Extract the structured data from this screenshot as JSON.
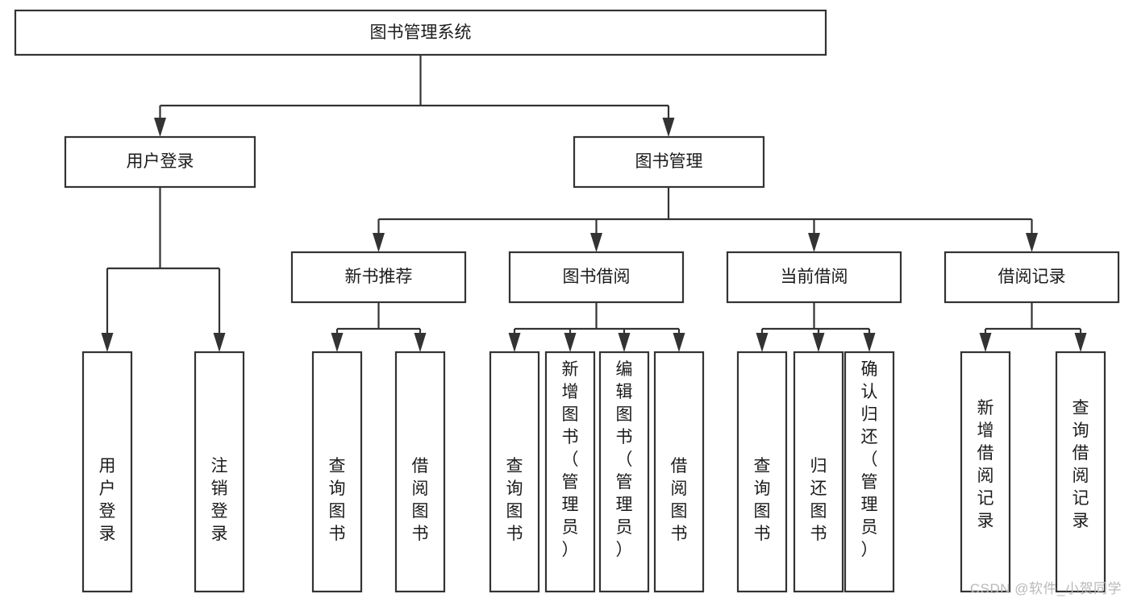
{
  "diagram": {
    "type": "tree-hierarchy",
    "title": "图书管理系统",
    "watermark": "CSDN @软件_小贺同学",
    "colors": {
      "box_stroke": "#333333",
      "box_fill": "#ffffff",
      "text": "#1b1b1b",
      "watermark": "#b9b9b9",
      "background": "#ffffff"
    },
    "levels": [
      {
        "level": 1,
        "nodes": [
          {
            "id": "root",
            "label": "图书管理系统",
            "orientation": "horizontal"
          }
        ]
      },
      {
        "level": 2,
        "nodes": [
          {
            "id": "user_login",
            "label": "用户登录",
            "orientation": "horizontal",
            "parent": "root"
          },
          {
            "id": "book_manage",
            "label": "图书管理",
            "orientation": "horizontal",
            "parent": "root"
          }
        ]
      },
      {
        "level": 3,
        "nodes": [
          {
            "id": "new_book_rec",
            "label": "新书推荐",
            "orientation": "horizontal",
            "parent": "book_manage"
          },
          {
            "id": "book_borrow",
            "label": "图书借阅",
            "orientation": "horizontal",
            "parent": "book_manage"
          },
          {
            "id": "current_borrow",
            "label": "当前借阅",
            "orientation": "horizontal",
            "parent": "book_manage"
          },
          {
            "id": "borrow_record",
            "label": "借阅记录",
            "orientation": "horizontal",
            "parent": "book_manage"
          }
        ]
      },
      {
        "level": 4,
        "nodes": [
          {
            "id": "leaf_user_login",
            "label": "用户登录",
            "orientation": "vertical",
            "parent": "user_login"
          },
          {
            "id": "leaf_user_logout",
            "label": "注销登录",
            "orientation": "vertical",
            "parent": "user_login"
          },
          {
            "id": "leaf_query_book_1",
            "label": "查询图书",
            "orientation": "vertical",
            "parent": "new_book_rec"
          },
          {
            "id": "leaf_borrow_book_1",
            "label": "借阅图书",
            "orientation": "vertical",
            "parent": "new_book_rec"
          },
          {
            "id": "leaf_query_book_2",
            "label": "查询图书",
            "orientation": "vertical",
            "parent": "book_borrow"
          },
          {
            "id": "leaf_add_book",
            "label": "新增图书（管理员）",
            "orientation": "vertical",
            "parent": "book_borrow"
          },
          {
            "id": "leaf_edit_book",
            "label": "编辑图书（管理员）",
            "orientation": "vertical",
            "parent": "book_borrow"
          },
          {
            "id": "leaf_borrow_book_2",
            "label": "借阅图书",
            "orientation": "vertical",
            "parent": "book_borrow"
          },
          {
            "id": "leaf_query_book_3",
            "label": "查询图书",
            "orientation": "vertical",
            "parent": "current_borrow"
          },
          {
            "id": "leaf_return_book",
            "label": "归还图书",
            "orientation": "vertical",
            "parent": "current_borrow"
          },
          {
            "id": "leaf_confirm_return",
            "label": "确认归还（管理员）",
            "orientation": "vertical",
            "parent": "current_borrow"
          },
          {
            "id": "leaf_add_record",
            "label": "新增借阅记录",
            "orientation": "vertical",
            "parent": "borrow_record"
          },
          {
            "id": "leaf_query_record",
            "label": "查询借阅记录",
            "orientation": "vertical",
            "parent": "borrow_record"
          }
        ]
      }
    ],
    "labels": {
      "root": "图书管理系统",
      "user_login": "用户登录",
      "book_manage": "图书管理",
      "new_book_rec": "新书推荐",
      "book_borrow": "图书借阅",
      "current_borrow": "当前借阅",
      "borrow_record": "借阅记录",
      "leaf_user_login": "用户登录",
      "leaf_user_logout": "注销登录",
      "leaf_query_book_1": "查询图书",
      "leaf_borrow_book_1": "借阅图书",
      "leaf_query_book_2": "查询图书",
      "leaf_add_book": "新增图书（管理员）",
      "leaf_edit_book": "编辑图书（管理员）",
      "leaf_borrow_book_2": "借阅图书",
      "leaf_query_book_3": "查询图书",
      "leaf_return_book": "归还图书",
      "leaf_confirm_return": "确认归还（管理员）",
      "leaf_add_record": "新增借阅记录",
      "leaf_query_record": "查询借阅记录"
    }
  }
}
